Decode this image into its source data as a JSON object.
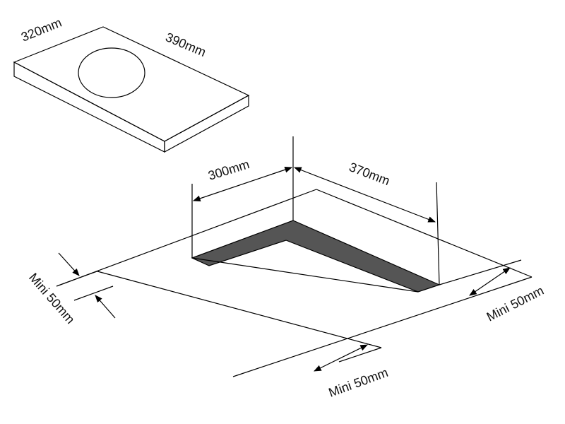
{
  "hob": {
    "width_label": "320mm",
    "depth_label": "390mm"
  },
  "cutout": {
    "width_label": "300mm",
    "depth_label": "370mm"
  },
  "clearances": {
    "left_label": "Mini 50mm",
    "front_label": "Mini 50mm",
    "right_label": "Mini 50mm"
  },
  "colors": {
    "line": "#000000",
    "cutout_fill": "#555555",
    "background": "#ffffff"
  }
}
